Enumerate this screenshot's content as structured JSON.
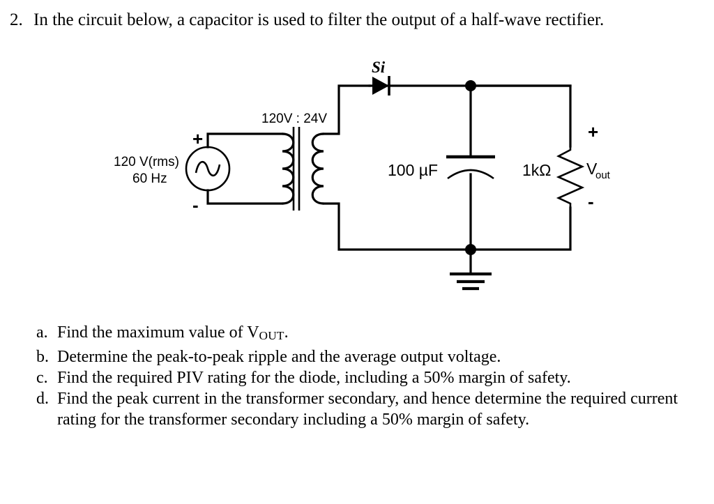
{
  "question": {
    "number": "2.",
    "text": "In the circuit below, a capacitor is used to filter the output of a half-wave rectifier."
  },
  "parts": [
    {
      "letter": "a.",
      "text_pre": "Find the maximum value of V",
      "sub": "OUT",
      "text_post": "."
    },
    {
      "letter": "b.",
      "text_pre": "Determine the peak-to-peak ripple and the average output voltage.",
      "sub": "",
      "text_post": ""
    },
    {
      "letter": "c.",
      "text_pre": "Find the required PIV rating for the diode, including a 50% margin of safety.",
      "sub": "",
      "text_post": ""
    },
    {
      "letter": "d.",
      "text_pre": "Find the peak current in the transformer secondary, and hence determine the required current rating for the transformer secondary including a 50% margin of safety.",
      "sub": "",
      "text_post": ""
    }
  ],
  "circuit": {
    "source": {
      "line1": "120 V(rms)",
      "line2": "60 Hz",
      "plus": "+",
      "minus": "-"
    },
    "transformer": {
      "ratio": "120V : 24V"
    },
    "diode": {
      "label": "Si"
    },
    "capacitor": {
      "label": "100 µF"
    },
    "resistor": {
      "label": "1kΩ"
    },
    "output": {
      "plus": "+",
      "minus": "-",
      "name": "V",
      "name_sub": "out"
    }
  },
  "colors": {
    "ink": "#000000",
    "paper": "#ffffff"
  }
}
